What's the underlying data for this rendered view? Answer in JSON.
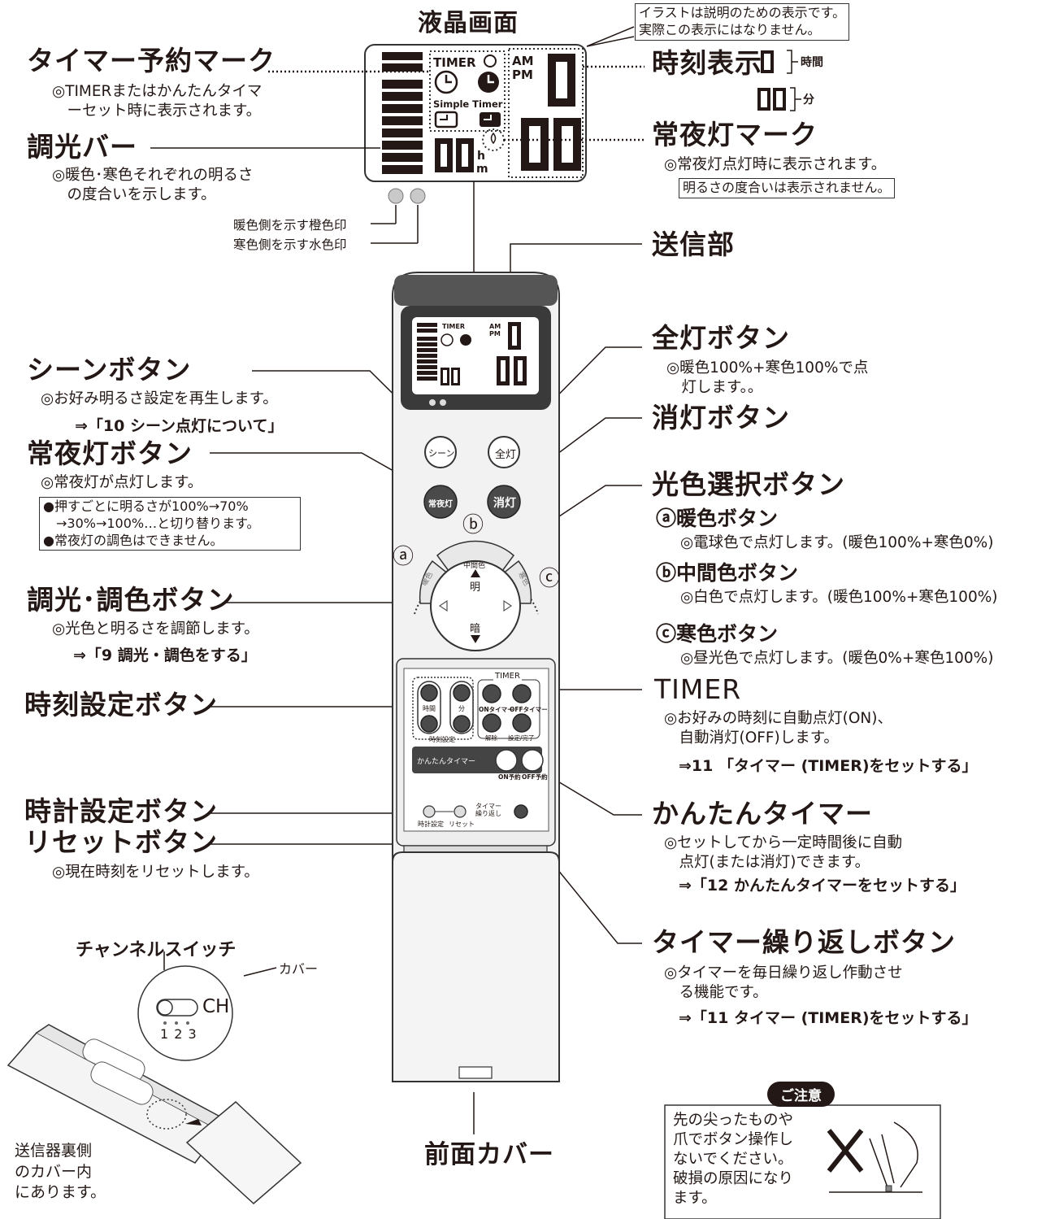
{
  "top": {
    "lcd_title": "液晶画面",
    "illustration_note": "イラストは説明のための表示です。\n実際この表示にはなりません。"
  },
  "lcd_labels": {
    "timer_mark_title": "タイマー予約マーク",
    "timer_mark_desc": "◎TIMERまたはかんたんタイマ\n　ーセット時に表示されます。",
    "dimming_bar_title": "調光バー",
    "dimming_bar_desc": "◎暖色･寒色それぞれの明るさ\n　の度合いを示します。",
    "warm_mark": "暖色側を示す橙色印",
    "cool_mark": "寒色側を示す水色印",
    "time_display_title": "時刻表示",
    "hour_label": "時間",
    "minute_label": "分",
    "nightlight_mark_title": "常夜灯マーク",
    "nightlight_mark_desc": "◎常夜灯点灯時に表示されます。",
    "nightlight_mark_note": "明るさの度合いは表示されません。"
  },
  "lcd_screen": {
    "timer": "TIMER",
    "am": "AM",
    "pm": "PM",
    "simple_timer": "Simple Timer",
    "hour_digit": "0",
    "min_digits": "00",
    "small_digits": "00",
    "h": "h",
    "m": "m"
  },
  "left": {
    "scene_title": "シーンボタン",
    "scene_desc": "◎お好み明るさ設定を再生します。",
    "scene_ref": "⇒「10 シーン点灯について」",
    "night_title": "常夜灯ボタン",
    "night_desc": "◎常夜灯が点灯します。",
    "night_box": "●押すごとに明るさが100%→70%\n　→30%→100%…と切り替ります。\n●常夜灯の調色はできません。",
    "dim_title": "調光･調色ボタン",
    "dim_desc": "◎光色と明るさを調節します。",
    "dim_ref": "⇒「9 調光・調色をする」",
    "time_set_title": "時刻設定ボタン",
    "clock_set_title": "時計設定ボタン",
    "reset_title": "リセットボタン",
    "reset_desc": "◎現在時刻をリセットします。"
  },
  "right": {
    "transmitter_title": "送信部",
    "all_on_title": "全灯ボタン",
    "all_on_desc": "◎暖色100%+寒色100%で点\n　灯します。。",
    "off_title": "消灯ボタン",
    "color_title": "光色選択ボタン",
    "warm_title": "ⓐ暖色ボタン",
    "warm_desc": "◎電球色で点灯します。(暖色100%+寒色0%)",
    "mid_title": "ⓑ中間色ボタン",
    "mid_desc": "◎白色で点灯します。(暖色100%+寒色100%)",
    "cool_title": "ⓒ寒色ボタン",
    "cool_desc": "◎昼光色で点灯します。(暖色0%+寒色100%)",
    "timer_title": "TIMER",
    "timer_desc": "◎お好みの時刻に自動点灯(ON)、\n　自動消灯(OFF)します。",
    "timer_ref": "⇒11 「タイマー (TIMER)をセットする」",
    "easy_title": "かんたんタイマー",
    "easy_desc": "◎セットしてから一定時間後に自動\n　点灯(または消灯)できます。",
    "easy_ref": "⇒「12 かんたんタイマーをセットする」",
    "repeat_title": "タイマー繰り返しボタン",
    "repeat_desc": "◎タイマーを毎日繰り返し作動させ\n　る機能です。",
    "repeat_ref": "⇒「11 タイマー (TIMER)をセットする」"
  },
  "remote": {
    "scene_btn": "シーン",
    "all_on_btn": "全灯",
    "night_btn": "常夜灯",
    "off_btn": "消灯",
    "a_mark": "ⓐ",
    "b_mark": "ⓑ",
    "c_mark": "ⓒ",
    "warm_arc": "暖色",
    "mid_arc": "中間色",
    "cool_arc": "寒色",
    "bright": "明",
    "dark": "暗",
    "timer_panel": "TIMER",
    "hour_btn": "時間",
    "min_btn": "分",
    "time_setting": "時刻設定",
    "on_timer": "ONタイマー",
    "off_timer": "OFFタイマー",
    "cancel": "解除",
    "set_done": "設定/完了",
    "easy_timer": "かんたんタイマー",
    "on_reserve": "ON予約",
    "off_reserve": "OFF予約",
    "clock_setting": "時計設定",
    "reset": "リセット",
    "timer_repeat": "タイマー\n繰り返し"
  },
  "bottom": {
    "channel_title": "チャンネルスイッチ",
    "ch": "CH",
    "ch_numbers": "1 2 3",
    "cover": "カバー",
    "back_note": "送信器裏側\nのカバー内\nにあります。",
    "front_cover": "前面カバー",
    "caution_title": "ご注意",
    "caution_text": "先の尖ったものや\n爪でボタン操作し\nないでください。\n破損の原因になり\nます。"
  }
}
